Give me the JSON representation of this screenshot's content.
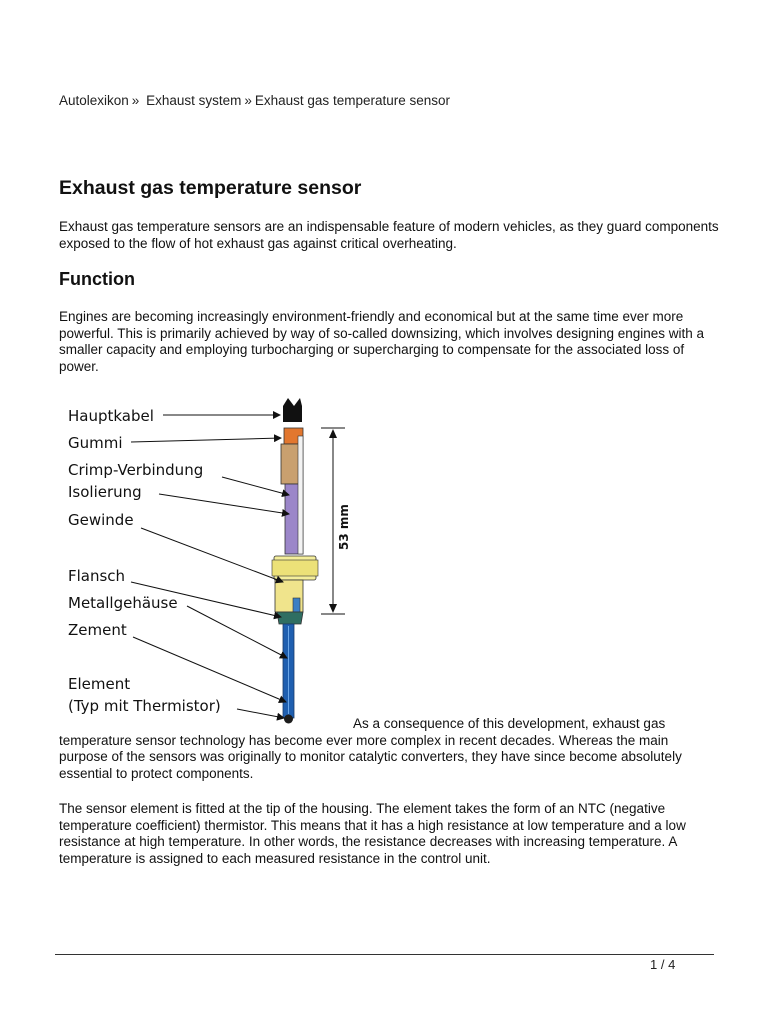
{
  "breadcrumb": {
    "items": [
      "Autolexikon",
      "Exhaust system",
      "Exhaust gas temperature sensor"
    ],
    "separator": "»"
  },
  "article": {
    "title": "Exhaust gas temperature sensor",
    "intro": "Exhaust gas temperature sensors are an indispensable feature of modern vehicles, as they guard components exposed to the flow of hot exhaust gas against critical overheating.",
    "section": {
      "heading": "Function",
      "para1": "Engines are becoming increasingly environment-friendly and economical but at the same time ever more powerful. This is primarily achieved by way of so-called downsizing, which involves designing engines with a smaller capacity and employing turbocharging or supercharging to compensate for the associated loss of power.",
      "para2": "As a consequence of this development, exhaust gas temperature sensor technology has become ever more complex in recent decades. Whereas the main purpose of the sensors was originally to monitor catalytic converters, they have since become absolutely essential to protect components.",
      "para3": "The sensor element is fitted at the tip of the housing. The element takes the form of an NTC (negative temperature coefficient) thermistor. This means that it has a high resistance at low temperature and a low resistance at high temperature. In other words, the resistance decreases with increasing temperature. A temperature is assigned to each measured resistance in the control unit."
    }
  },
  "figure": {
    "labels": {
      "hauptkabel": "Hauptkabel",
      "gummi": "Gummi",
      "crimp": "Crimp-Verbindung",
      "isolierung": "Isolierung",
      "gewinde": "Gewinde",
      "flansch": "Flansch",
      "metallgehaeuse": "Metallgehäuse",
      "zement": "Zement",
      "element": "Element",
      "element_sub": "(Typ mit Thermistor)"
    },
    "dimension": "53 mm"
  },
  "footer": {
    "page": "1 / 4"
  }
}
